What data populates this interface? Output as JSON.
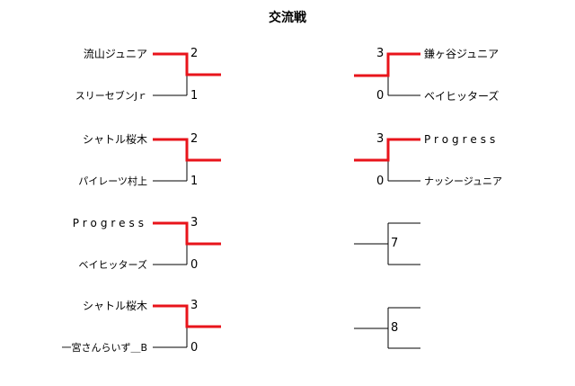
{
  "title": "交流戦",
  "left_matches": [
    {
      "team1": "流山ジュニア",
      "score1": "2",
      "team2": "スリーセブンJｒ",
      "score2": "1",
      "winner": 1
    },
    {
      "team1": "シャトル桜木",
      "score1": "2",
      "team2": "パイレーツ村上",
      "score2": "1",
      "winner": 1
    },
    {
      "team1": "Progress",
      "score1": "3",
      "team2": "ベイヒッターズ",
      "score2": "0",
      "winner": 1
    },
    {
      "team1": "シャトル桜木",
      "score1": "3",
      "team2": "一宮さんらいず＿B",
      "score2": "0",
      "winner": 1
    }
  ],
  "right_matches": [
    {
      "team1": "鎌ヶ谷ジュニア",
      "score1": "3",
      "team2": "ベイヒッターズ",
      "score2": "0",
      "winner": 1
    },
    {
      "team1": "Progress",
      "score1": "3",
      "team2": "ナッシージュニア",
      "score2": "0",
      "winner": 1
    }
  ],
  "empty_matches": [
    {
      "number": "7"
    },
    {
      "number": "8"
    }
  ],
  "colors": {
    "winner_line": "#e8141b",
    "line": "#000000"
  }
}
